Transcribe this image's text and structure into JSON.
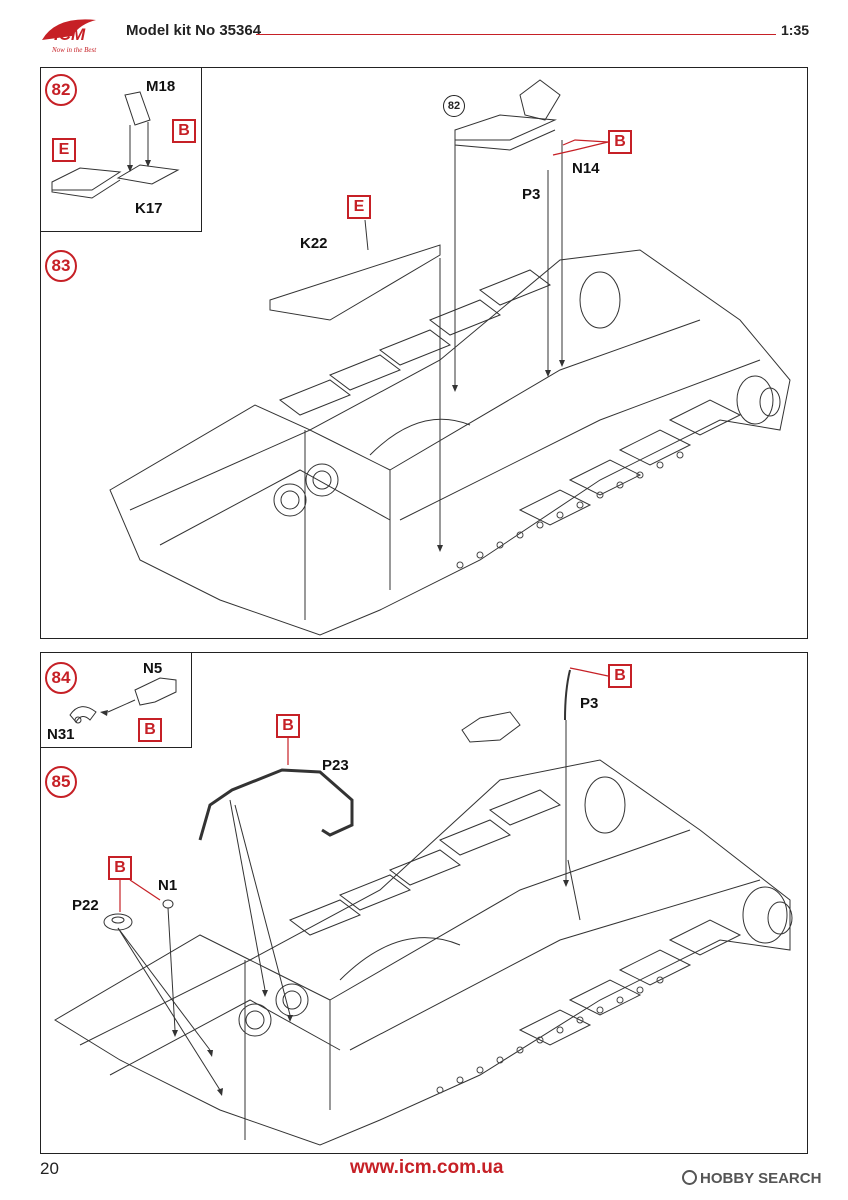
{
  "header": {
    "logo_text": "ICM",
    "logo_tagline": "Now in the Best",
    "title": "Model kit No 35364",
    "scale": "1:35"
  },
  "step82": {
    "number": "82",
    "parts": {
      "m18": "M18",
      "k17": "K17"
    },
    "tags": {
      "b": "B",
      "e": "E"
    }
  },
  "step83": {
    "number": "83",
    "ref": "82",
    "parts": {
      "k22": "K22",
      "p3": "P3",
      "n14": "N14"
    },
    "tags": {
      "e": "E",
      "b": "B"
    }
  },
  "step84": {
    "number": "84",
    "parts": {
      "n5": "N5",
      "n31": "N31"
    },
    "tags": {
      "b": "B"
    }
  },
  "step85": {
    "number": "85",
    "parts": {
      "p3": "P3",
      "p23": "P23",
      "p22": "P22",
      "n1": "N1"
    },
    "tags": {
      "b_p3": "B",
      "b_p23": "B",
      "b_n1": "B"
    }
  },
  "footer": {
    "page": "20",
    "url": "www.icm.com.ua",
    "watermark": "HOBBY SEARCH"
  },
  "colors": {
    "accent": "#c62026",
    "line": "#222222"
  },
  "icons": [
    "icm-logo-icon",
    "hobbysearch-logo-icon"
  ]
}
